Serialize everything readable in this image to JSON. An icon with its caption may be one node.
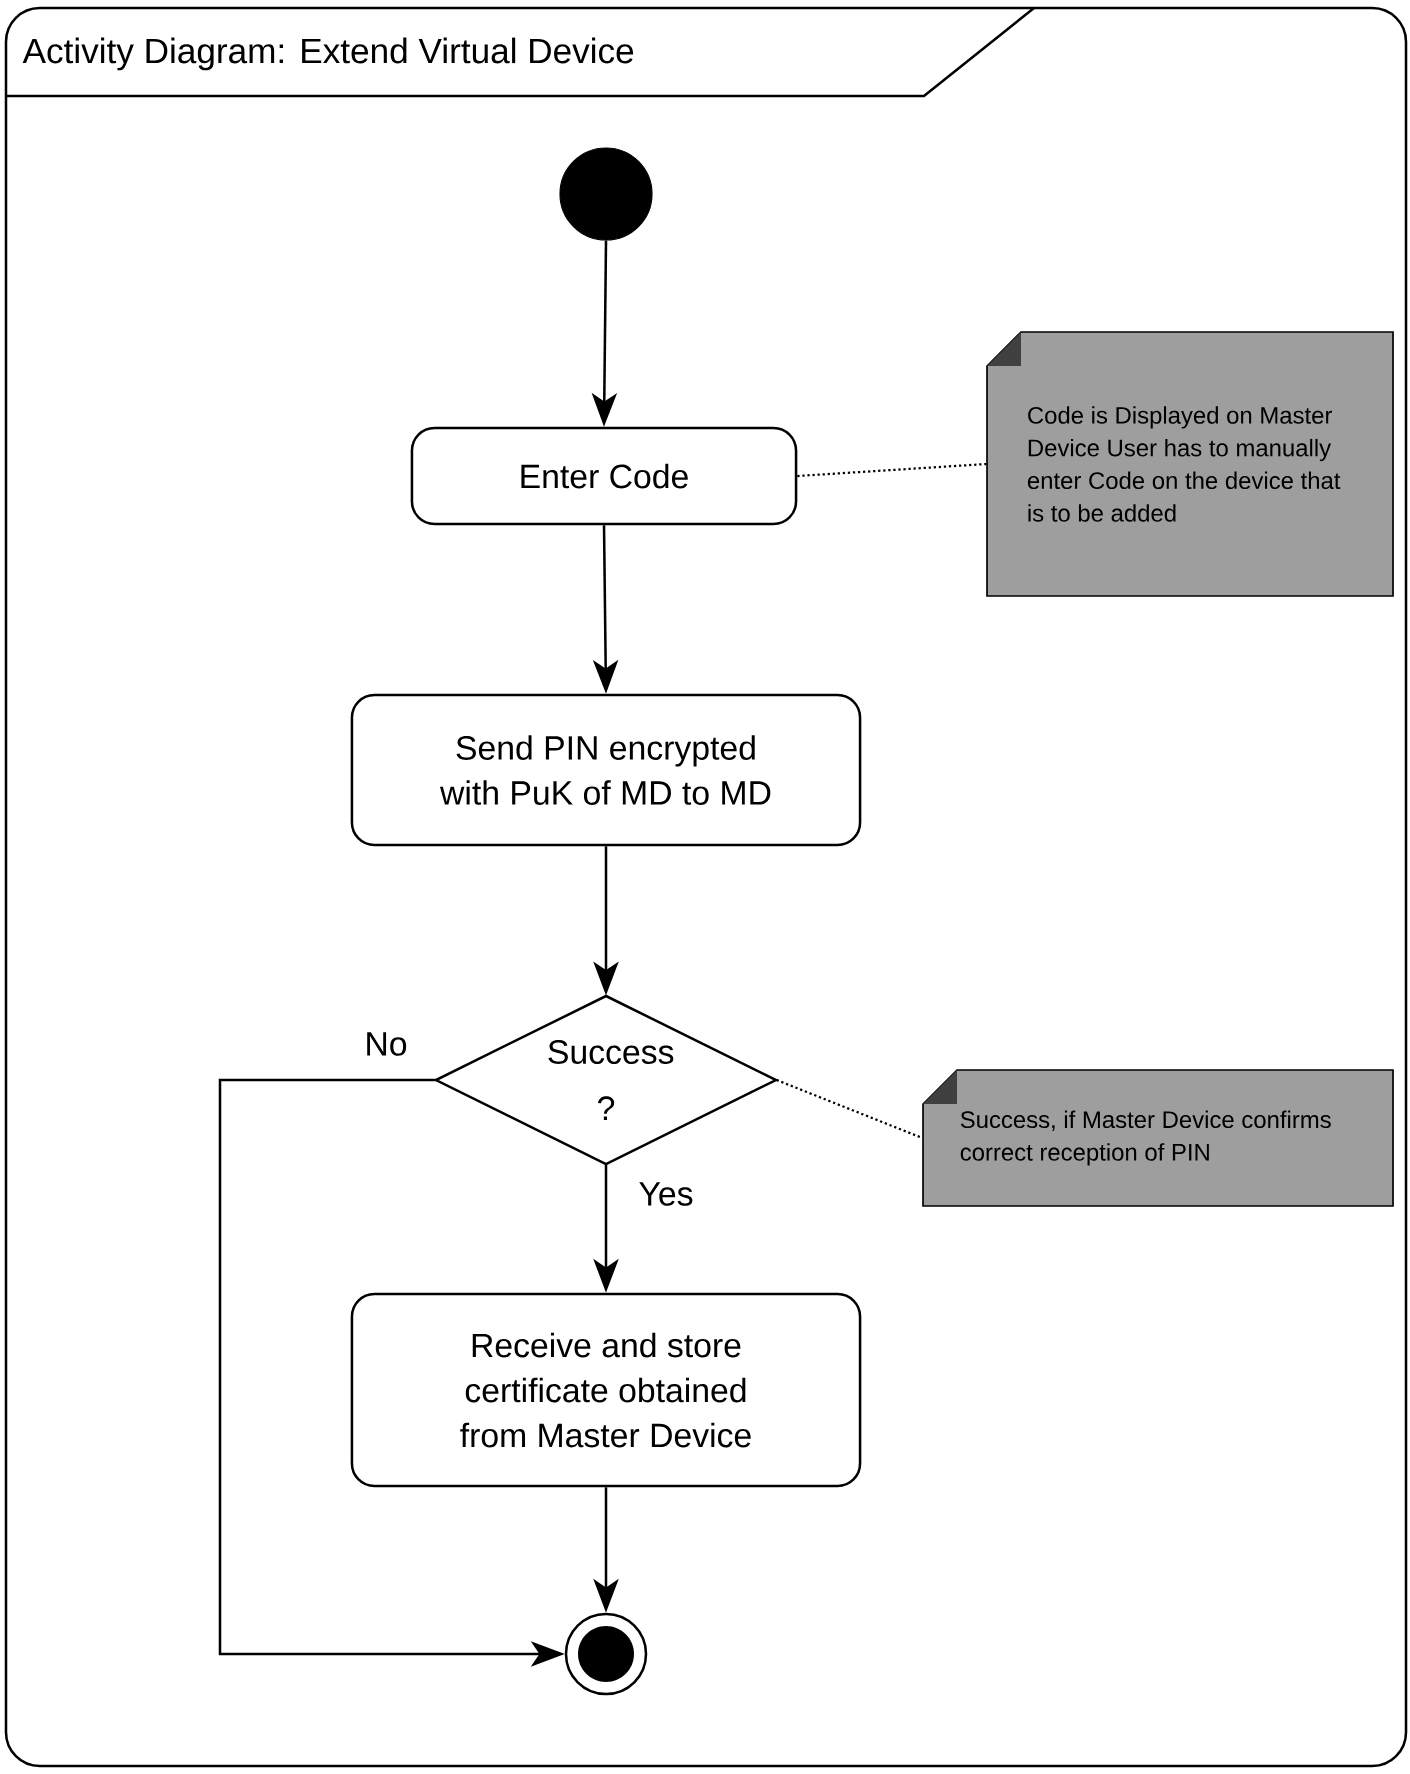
{
  "diagram": {
    "nodes": [
      {
        "text": [
          "Activity Diagram: Extend Virtual Device"
        ]
      },
      {
        "text": [],
        "shape": "circle",
        "in": 0
      },
      {
        "text": [
          "Enter Code"
        ],
        "in": 0
      },
      {
        "text": [
          "Code is Displayed on Master Device User has to manually enter Code on the device that is to be added"
        ],
        "in": 0
      },
      {
        "text": [
          "Send PIN encrypted with PuK of MD to MD"
        ],
        "in": 0
      },
      {
        "text": [
          "Success ?"
        ],
        "in": 0
      },
      {
        "text": [
          "Success, if Master Device confirms correct reception of PIN"
        ],
        "in": 0
      },
      {
        "text": [
          "Receive and store certificate obtained from Master Device"
        ],
        "in": 0
      },
      {
        "text": [],
        "shape": "circle",
        "in": 0
      }
    ],
    "edges": [
      {
        "from": 1,
        "to": 2,
        "arrow": "to"
      },
      {
        "from": 2,
        "to": 3,
        "arrow": "none",
        "style": "dashed"
      },
      {
        "from": 2,
        "to": 4,
        "arrow": "to"
      },
      {
        "from": 4,
        "to": 5,
        "arrow": "to"
      },
      {
        "from": 5,
        "to": 6,
        "arrow": "none",
        "style": "dashed"
      },
      {
        "from": 5,
        "to": 7,
        "arrow": "to",
        "label": "Yes"
      },
      {
        "from": 5,
        "to": 8,
        "arrow": "to",
        "label": "No"
      },
      {
        "from": 7,
        "to": 8,
        "arrow": "to"
      }
    ]
  }
}
